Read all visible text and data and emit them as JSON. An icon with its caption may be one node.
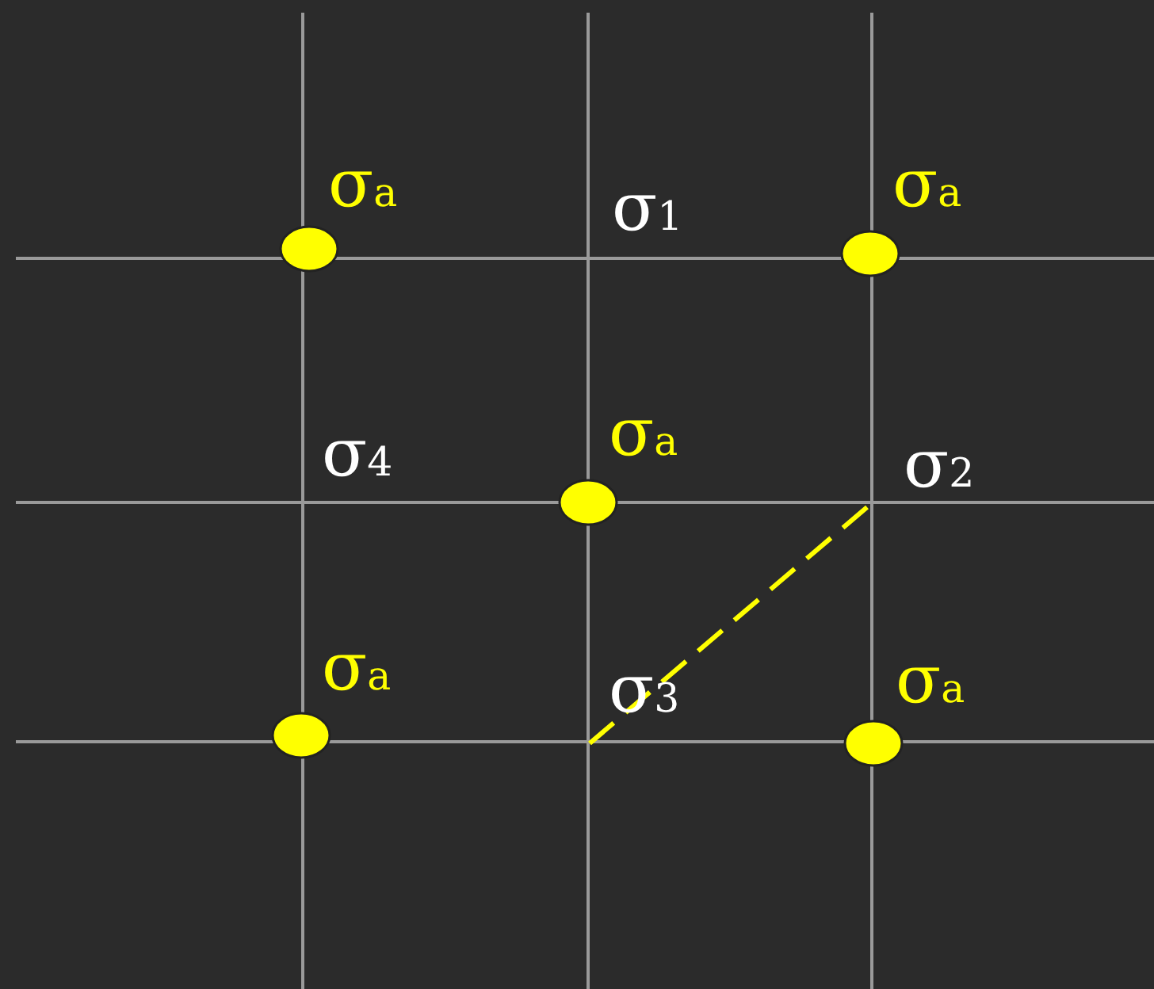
{
  "diagram": {
    "labels": [
      "σ$_{a}$",
      "σ$_{1}$",
      "σ$_{a}$",
      "σ$_{4}$",
      "σ$_{a}$",
      "σ$_{2}$",
      "σ$_{a}$",
      "σ$_{3}$",
      "σ$_{a}$"
    ]
  }
}
